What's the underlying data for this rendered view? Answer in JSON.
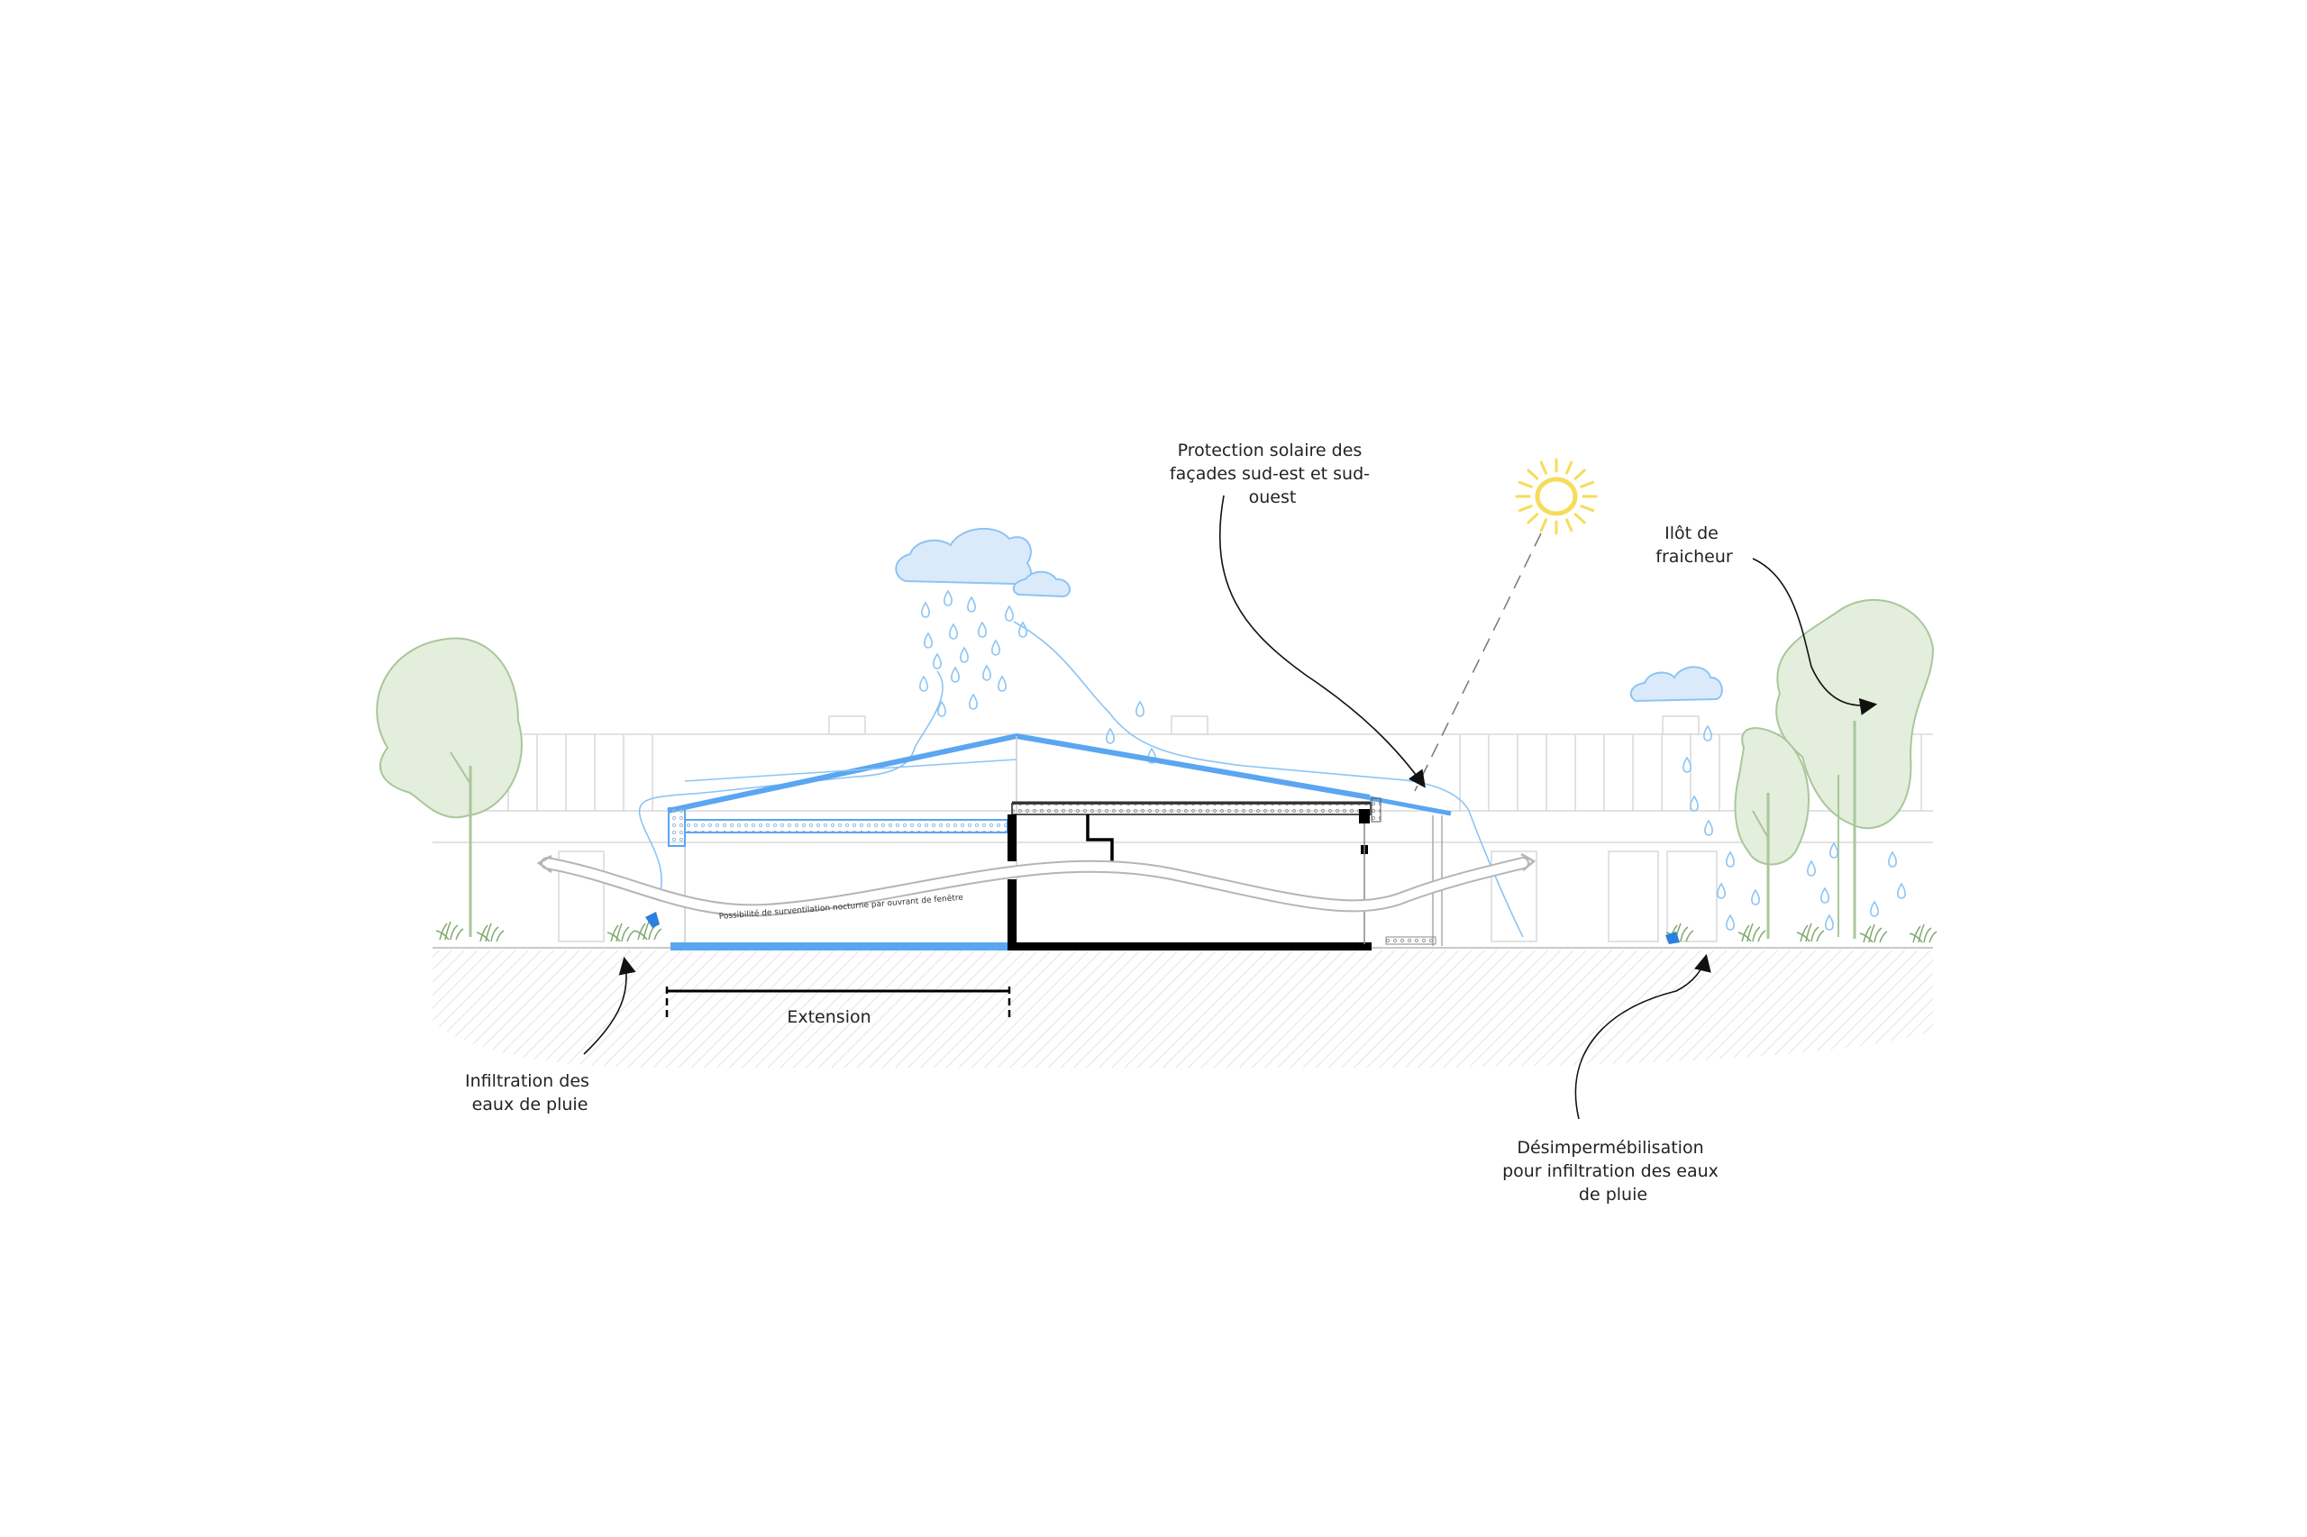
{
  "labels": {
    "protection_solaire": [
      "Protection solaire des",
      "façades sud-est et sud-",
      "ouest"
    ],
    "ilot": [
      "Ilôt de",
      "fraicheur"
    ],
    "infiltration": [
      "Infiltration des",
      "eaux de pluie"
    ],
    "desimper": [
      "Désimpermébilisation",
      "pour infiltration des eaux",
      "de pluie"
    ],
    "extension": "Extension",
    "ventilation": "Possibilité de surventilation nocturne par ouvrant de fenêtre"
  },
  "colors": {
    "structure": "#000000",
    "roof": "#5aa6f0",
    "rain": "#8cc4f4",
    "cloud_fill": "#dbeafb",
    "tree_fill": "#e3eedc",
    "tree_stroke": "#a9c79a",
    "sun": "#f6dc5a",
    "ground": "#cccccc"
  },
  "icons": [
    "sun-icon",
    "cloud-icon",
    "tree-icon",
    "rain-drop-icon",
    "grass-icon",
    "airflow-arrow-icon"
  ]
}
